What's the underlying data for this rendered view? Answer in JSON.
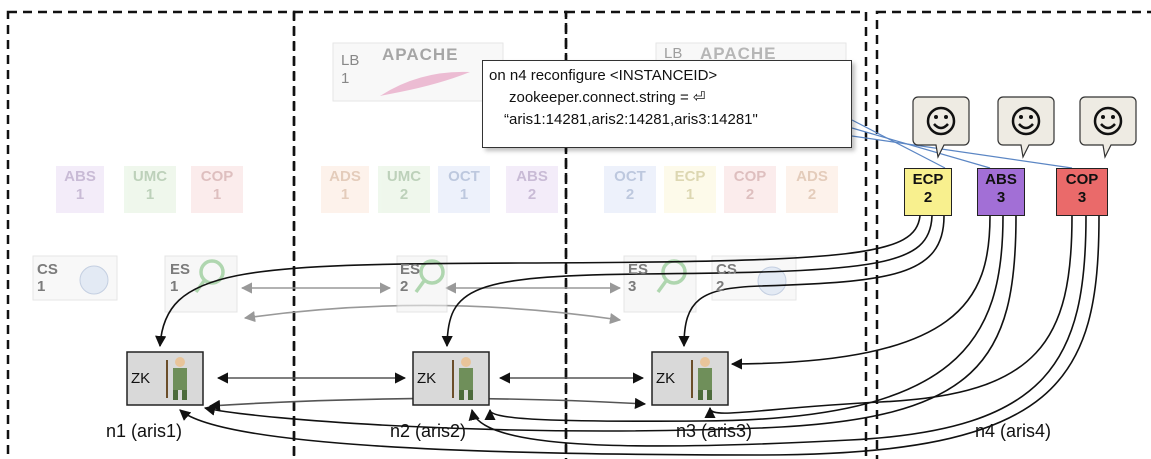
{
  "nodes": [
    {
      "id": "n1",
      "label": "n1 (aris1)"
    },
    {
      "id": "n2",
      "label": "n2 (aris2)"
    },
    {
      "id": "n3",
      "label": "n3 (aris3)"
    },
    {
      "id": "n4",
      "label": "n4 (aris4)"
    }
  ],
  "load_balancers": [
    {
      "label": "LB",
      "num": "1",
      "brand": "APACHE"
    },
    {
      "label": "LB",
      "num": "",
      "brand": "APACHE"
    }
  ],
  "services": {
    "n1": [
      {
        "name": "ABS",
        "num": "1"
      },
      {
        "name": "UMC",
        "num": "1"
      },
      {
        "name": "COP",
        "num": "1"
      }
    ],
    "n2": [
      {
        "name": "ADS",
        "num": "1"
      },
      {
        "name": "UMC",
        "num": "2"
      },
      {
        "name": "OCT",
        "num": "1"
      },
      {
        "name": "ABS",
        "num": "2"
      }
    ],
    "n3": [
      {
        "name": "OCT",
        "num": "2"
      },
      {
        "name": "ECP",
        "num": "1"
      },
      {
        "name": "COP",
        "num": "2"
      },
      {
        "name": "ADS",
        "num": "2"
      }
    ],
    "n4": [
      {
        "name": "ECP",
        "num": "2"
      },
      {
        "name": "ABS",
        "num": "3"
      },
      {
        "name": "COP",
        "num": "3"
      }
    ]
  },
  "cs": [
    {
      "name": "CS",
      "num": "1"
    },
    {
      "name": "CS",
      "num": "2"
    }
  ],
  "es": [
    {
      "name": "ES",
      "num": "1"
    },
    {
      "name": "ES",
      "num": "2"
    },
    {
      "name": "ES",
      "num": "3"
    }
  ],
  "zk": [
    {
      "name": "ZK"
    },
    {
      "name": "ZK"
    },
    {
      "name": "ZK"
    }
  ],
  "callout": {
    "line1": "on n4 reconfigure <INSTANCEID>",
    "line2": "zookeeper.connect.string = ⏎",
    "line3": "“aris1:14281,aris2:14281,aris3:14281\""
  },
  "colors": {
    "ecp_active": "#f8f08e",
    "abs_active": "#a26fd6",
    "cop_active": "#ea6a6a"
  }
}
